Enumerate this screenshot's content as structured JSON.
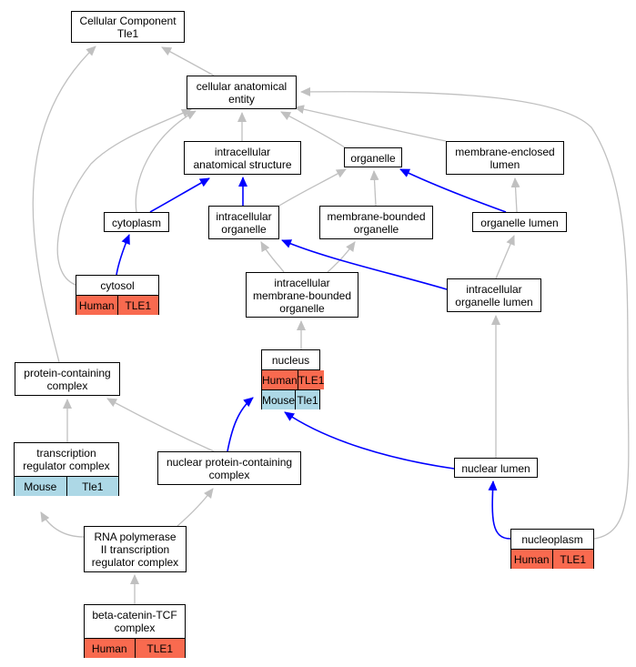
{
  "diagram": {
    "colors": {
      "annotation_edge": "#0000ff",
      "default_edge": "#c0c0c0",
      "human_fill": "#f96a4f",
      "mouse_fill": "#add8e6"
    },
    "nodes": {
      "root": {
        "label": "Cellular Component\nTle1"
      },
      "cae": {
        "label": "cellular anatomical\nentity"
      },
      "ias": {
        "label": "intracellular\nanatomical structure"
      },
      "organelle": {
        "label": "organelle"
      },
      "mel": {
        "label": "membrane-enclosed\nlumen"
      },
      "cytoplasm": {
        "label": "cytoplasm"
      },
      "io": {
        "label": "intracellular\norganelle"
      },
      "mbo": {
        "label": "membrane-bounded\norganelle"
      },
      "ol": {
        "label": "organelle lumen"
      },
      "cytosol": {
        "label": "cytosol",
        "rows": [
          [
            "Human",
            "TLE1"
          ]
        ]
      },
      "imbo": {
        "label": "intracellular\nmembrane-bounded\norganelle"
      },
      "iol": {
        "label": "intracellular\norganelle lumen"
      },
      "nucleus": {
        "label": "nucleus",
        "rows": [
          [
            "Human",
            "TLE1"
          ],
          [
            "Mouse",
            "Tle1"
          ]
        ]
      },
      "pcc": {
        "label": "protein-containing\ncomplex"
      },
      "trc": {
        "label": "transcription\nregulator complex",
        "rows": [
          [
            "Mouse",
            "Tle1"
          ]
        ]
      },
      "npcc": {
        "label": "nuclear protein-containing\ncomplex"
      },
      "nl": {
        "label": "nuclear lumen"
      },
      "rnap": {
        "label": "RNA polymerase\nII transcription\nregulator complex"
      },
      "np": {
        "label": "nucleoplasm",
        "rows": [
          [
            "Human",
            "TLE1"
          ]
        ]
      },
      "bct": {
        "label": "beta-catenin-TCF\ncomplex",
        "rows": [
          [
            "Human",
            "TLE1"
          ]
        ]
      }
    },
    "edges": [
      {
        "from": "cae",
        "to": "root",
        "kind": "is_a"
      },
      {
        "from": "pcc",
        "to": "root",
        "kind": "is_a"
      },
      {
        "from": "ias",
        "to": "cae",
        "kind": "is_a"
      },
      {
        "from": "organelle",
        "to": "cae",
        "kind": "is_a"
      },
      {
        "from": "mel",
        "to": "cae",
        "kind": "is_a"
      },
      {
        "from": "cytoplasm",
        "to": "cae",
        "kind": "is_a"
      },
      {
        "from": "cytosol",
        "to": "cae",
        "kind": "is_a"
      },
      {
        "from": "np",
        "to": "cae",
        "kind": "is_a"
      },
      {
        "from": "cytoplasm",
        "to": "ias",
        "kind": "part_of"
      },
      {
        "from": "io",
        "to": "ias",
        "kind": "part_of"
      },
      {
        "from": "io",
        "to": "organelle",
        "kind": "is_a"
      },
      {
        "from": "mbo",
        "to": "organelle",
        "kind": "is_a"
      },
      {
        "from": "ol",
        "to": "organelle",
        "kind": "part_of"
      },
      {
        "from": "ol",
        "to": "mel",
        "kind": "is_a"
      },
      {
        "from": "cytosol",
        "to": "cytoplasm",
        "kind": "part_of"
      },
      {
        "from": "imbo",
        "to": "io",
        "kind": "is_a"
      },
      {
        "from": "imbo",
        "to": "mbo",
        "kind": "is_a"
      },
      {
        "from": "iol",
        "to": "io",
        "kind": "part_of"
      },
      {
        "from": "iol",
        "to": "ol",
        "kind": "is_a"
      },
      {
        "from": "nucleus",
        "to": "imbo",
        "kind": "is_a"
      },
      {
        "from": "nl",
        "to": "iol",
        "kind": "is_a"
      },
      {
        "from": "npcc",
        "to": "nucleus",
        "kind": "part_of"
      },
      {
        "from": "nl",
        "to": "nucleus",
        "kind": "part_of"
      },
      {
        "from": "trc",
        "to": "pcc",
        "kind": "is_a"
      },
      {
        "from": "npcc",
        "to": "pcc",
        "kind": "is_a"
      },
      {
        "from": "np",
        "to": "nl",
        "kind": "part_of"
      },
      {
        "from": "rnap",
        "to": "trc",
        "kind": "is_a"
      },
      {
        "from": "rnap",
        "to": "npcc",
        "kind": "is_a"
      },
      {
        "from": "bct",
        "to": "rnap",
        "kind": "is_a"
      }
    ]
  }
}
